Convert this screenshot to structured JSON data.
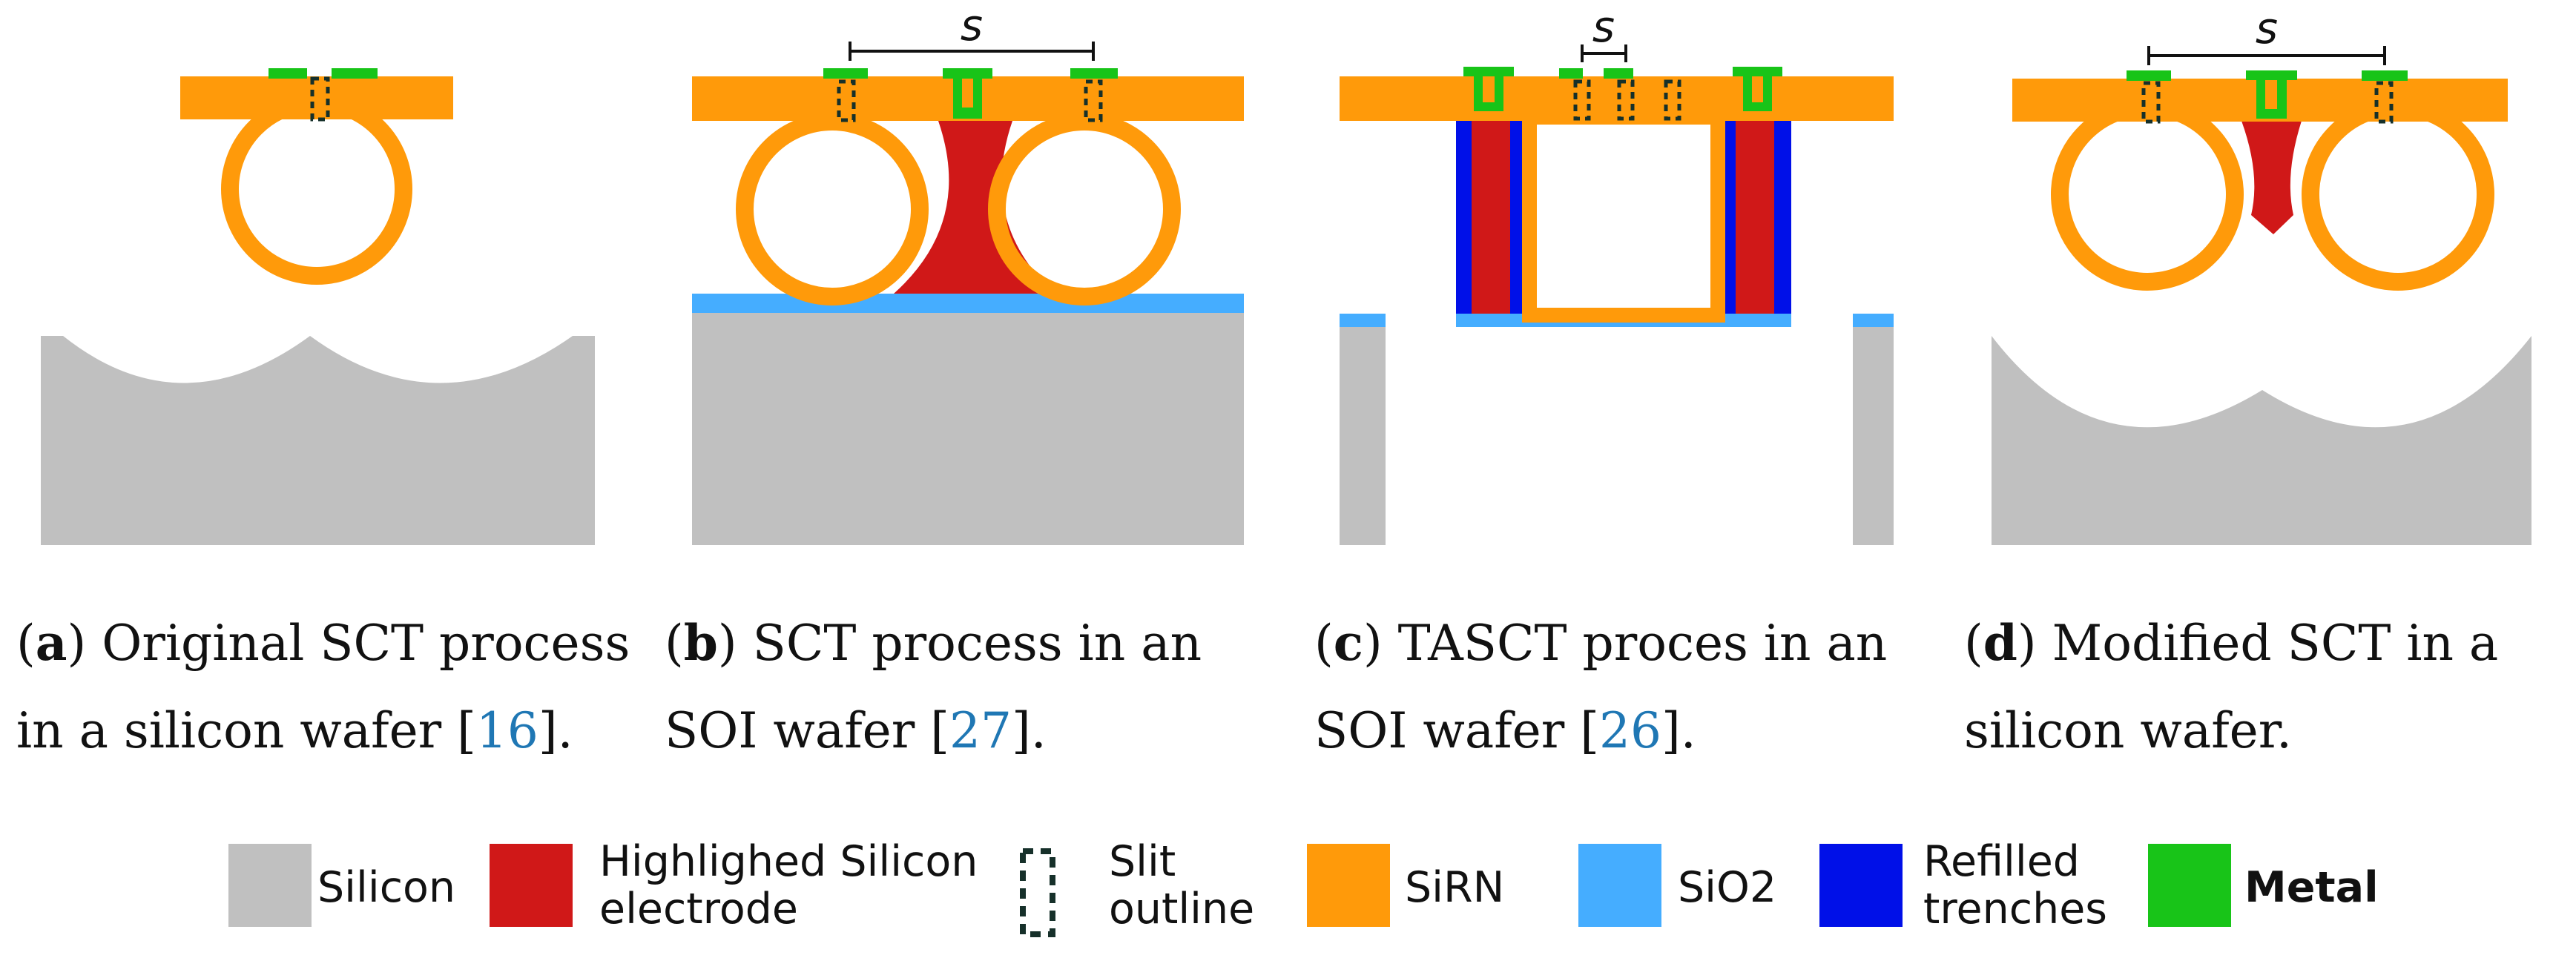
{
  "panels": [
    {
      "label": "a",
      "caption_before": ") Original SCT process in a silicon wafer [",
      "ref": "16",
      "caption_after": "].",
      "spacing_label": ""
    },
    {
      "label": "b",
      "caption_before": ") SCT process in an SOI wafer [",
      "ref": "27",
      "caption_after": "].",
      "spacing_label": "s"
    },
    {
      "label": "c",
      "caption_before": ") TASCT proces in an SOI wafer [",
      "ref": "26",
      "caption_after": "].",
      "spacing_label": "s"
    },
    {
      "label": "d",
      "caption_before": ") Modified SCT in a silicon wafer.",
      "ref": "",
      "caption_after": "",
      "spacing_label": "s"
    }
  ],
  "legend": [
    {
      "name": "silicon",
      "text": "Silicon",
      "color": "#c0c0c0"
    },
    {
      "name": "electrode",
      "text": "Highlighed Silicon electrode",
      "color": "#d01818"
    },
    {
      "name": "slit",
      "text": "Slit outline",
      "color": "#16302a"
    },
    {
      "name": "sirn",
      "text": "SiRN",
      "color": "#ff9a0a"
    },
    {
      "name": "sio2",
      "text": "SiO2",
      "color": "#45adff"
    },
    {
      "name": "trenches",
      "text": "Refilled trenches",
      "color": "#0010e8"
    },
    {
      "name": "metal",
      "text": "Metal",
      "color": "#18c418"
    }
  ]
}
